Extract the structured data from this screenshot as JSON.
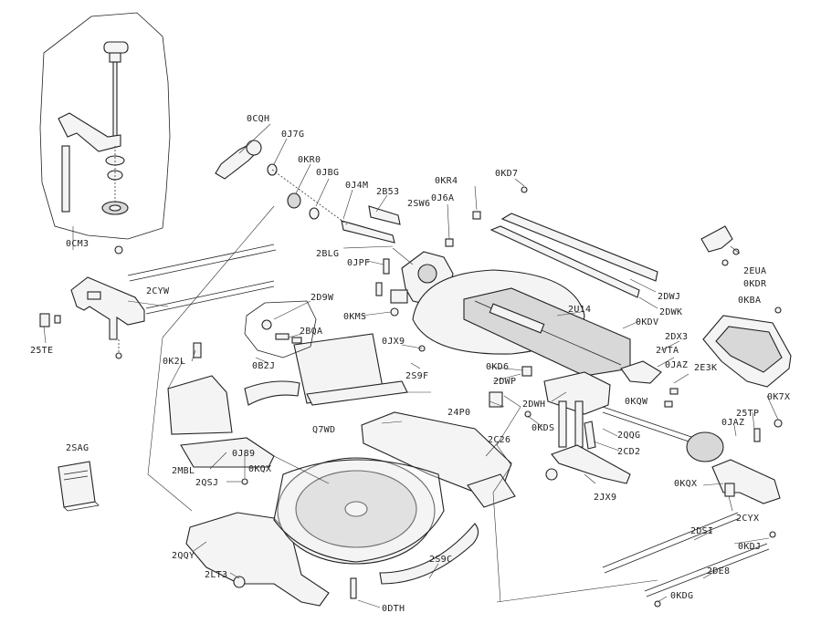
{
  "labels": {
    "CQH": "0CQH",
    "J7G": "0J7G",
    "KR0": "0KR0",
    "JBG": "0JBG",
    "J4M": "0J4M",
    "B53": "2B53",
    "SW6": "2SW6",
    "J6A": "0J6A",
    "KR4": "0KR4",
    "KD7": "0KD7",
    "CM3": "0CM3",
    "CYW": "2CYW",
    "TE": "25TE",
    "BLG": "2BLG",
    "JPF": "0JPF",
    "D9W": "2D9W",
    "KMS": "0KMS",
    "BQA": "2BQA",
    "JX9": "0JX9",
    "K2L": "0K2L",
    "B2J": "0B2J",
    "S9F": "2S9F",
    "U14": "2U14",
    "DWJ": "2DWJ",
    "DWK": "2DWK",
    "KDV": "0KDV",
    "EUA": "2EUA",
    "KDR": "0KDR",
    "KBA": "0KBA",
    "DX3": "2DX3",
    "VTA": "2VTA",
    "JAZ": "0JAZ",
    "E3K": "2E3K",
    "KD6": "0KD6",
    "DWP": "2DWP",
    "KQW": "0KQW",
    "K7X": "0K7X",
    "TP": "25TP",
    "JAZ2": "0JAZ",
    "DWH": "2DWH",
    "P0": "24P0",
    "Q7WD": "Q7WD",
    "KDS": "0KDS",
    "QQG": "2QQG",
    "C26": "2C26",
    "CD2": "2CD2",
    "SAG": "2SAG",
    "J89": "0J89",
    "MBL": "2MBL",
    "KQX": "0KQX",
    "QSJ": "2QSJ",
    "JX92": "2JX9",
    "KQX2": "0KQX",
    "DSI": "2DSI",
    "CYX": "2CYX",
    "QQY": "2QQY",
    "KDJ": "0KDJ",
    "S9C": "2S9C",
    "DE8": "2DE8",
    "LT3": "2LT3",
    "KDG": "0KDG",
    "DTH": "0DTH"
  }
}
